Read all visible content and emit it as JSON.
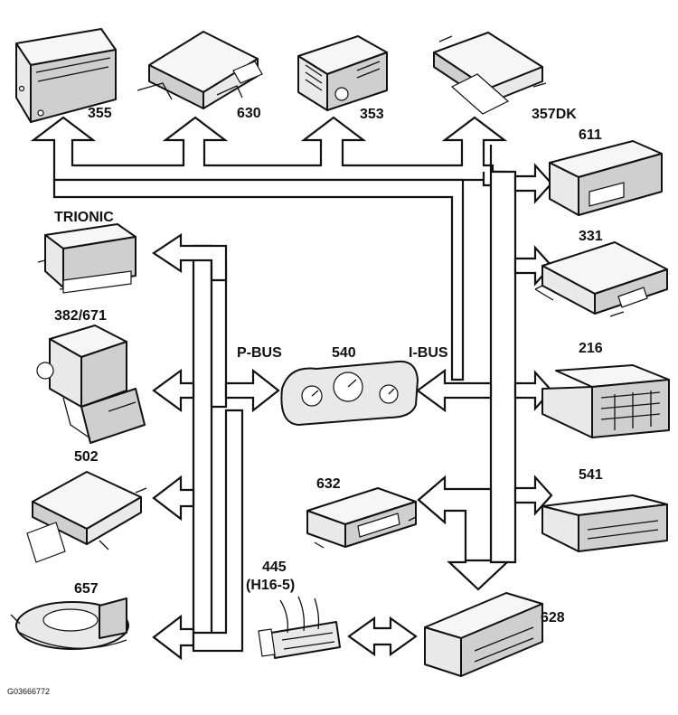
{
  "labels": {
    "m355": "355",
    "m630": "630",
    "m353": "353",
    "m357dk": "357DK",
    "m611": "611",
    "m331": "331",
    "trionic": "TRIONIC",
    "m382_671": "382/671",
    "pbus": "P-BUS",
    "m540": "540",
    "ibus": "I-BUS",
    "m216": "216",
    "m502": "502",
    "m632": "632",
    "m541": "541",
    "m445": "445",
    "m445_sub": "(H16-5)",
    "m657": "657",
    "m628": "628"
  },
  "figure_id": "G03666772"
}
